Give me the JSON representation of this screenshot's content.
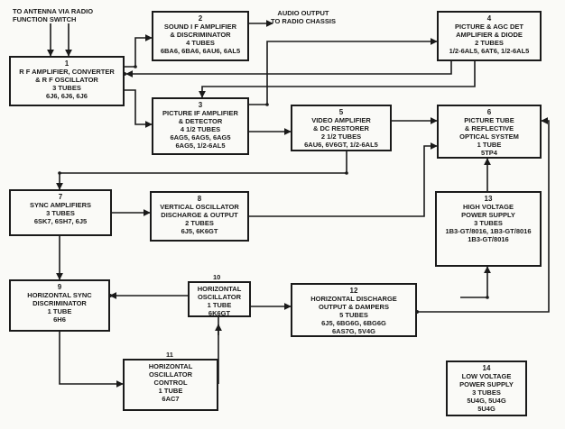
{
  "annotations": {
    "antenna": [
      "TO ANTENNA VIA RADIO",
      "FUNCTION SWITCH"
    ],
    "audio": [
      "AUDIO OUTPUT",
      "TO RADIO CHASSIS"
    ]
  },
  "blocks": [
    {
      "id": "b1",
      "number": "1",
      "lines": [
        "R F AMPLIFIER, CONVERTER",
        "& R F OSCILLATOR",
        "3 TUBES",
        "6J6, 6J6, 6J6"
      ]
    },
    {
      "id": "b2",
      "number": "2",
      "lines": [
        "SOUND I F AMPLIFIER",
        "& DISCRIMINATOR",
        "4 TUBES",
        "6BA6, 6BA6, 6AU6, 6AL5"
      ]
    },
    {
      "id": "b3",
      "number": "3",
      "lines": [
        "PICTURE IF AMPLIFIER",
        "& DETECTOR",
        "4 1/2 TUBES",
        "6AG5, 6AG5, 6AG5",
        "6AG5, 1/2-6AL5"
      ]
    },
    {
      "id": "b4",
      "number": "4",
      "lines": [
        "PICTURE & AGC DET",
        "AMPLIFIER & DIODE",
        "2 TUBES",
        "1/2-6AL5, 6AT6, 1/2-6AL5"
      ]
    },
    {
      "id": "b5",
      "number": "5",
      "lines": [
        "VIDEO AMPLIFIER",
        "& DC RESTORER",
        "2 1/2 TUBES",
        "6AU6, 6V6GT, 1/2-6AL5"
      ]
    },
    {
      "id": "b6",
      "number": "6",
      "lines": [
        "PICTURE TUBE",
        "& REFLECTIVE",
        "OPTICAL SYSTEM",
        "1 TUBE",
        "5TP4"
      ]
    },
    {
      "id": "b7",
      "number": "7",
      "lines": [
        "SYNC AMPLIFIERS",
        "3 TUBES",
        "6SK7, 6SH7, 6J5"
      ]
    },
    {
      "id": "b8",
      "number": "8",
      "lines": [
        "VERTICAL OSCILLATOR",
        "DISCHARGE & OUTPUT",
        "2 TUBES",
        "6J5, 6K6GT"
      ]
    },
    {
      "id": "b9",
      "number": "9",
      "lines": [
        "HORIZONTAL SYNC",
        "DISCRIMINATOR",
        "1 TUBE",
        "6H6"
      ]
    },
    {
      "id": "b10",
      "number": "10",
      "lines": [
        "HORIZONTAL",
        "OSCILLATOR",
        "1 TUBE",
        "6K6GT"
      ]
    },
    {
      "id": "b11",
      "number": "11",
      "lines": [
        "HORIZONTAL",
        "OSCILLATOR",
        "CONTROL",
        "1 TUBE",
        "6AC7"
      ]
    },
    {
      "id": "b12",
      "number": "12",
      "lines": [
        "HORIZONTAL DISCHARGE",
        "OUTPUT & DAMPERS",
        "5 TUBES",
        "6J5, 6BG6G, 6BG6G",
        "6AS7G, 5V4G"
      ]
    },
    {
      "id": "b13",
      "number": "13",
      "lines": [
        "HIGH VOLTAGE",
        "POWER SUPPLY",
        "3 TUBES",
        "1B3-GT/8016, 1B3-GT/8016",
        "1B3-GT/8016"
      ]
    },
    {
      "id": "b14",
      "number": "14",
      "lines": [
        "LOW VOLTAGE",
        "POWER SUPPLY",
        "3 TUBES",
        "5U4G, 5U4G",
        "5U4G"
      ]
    }
  ]
}
